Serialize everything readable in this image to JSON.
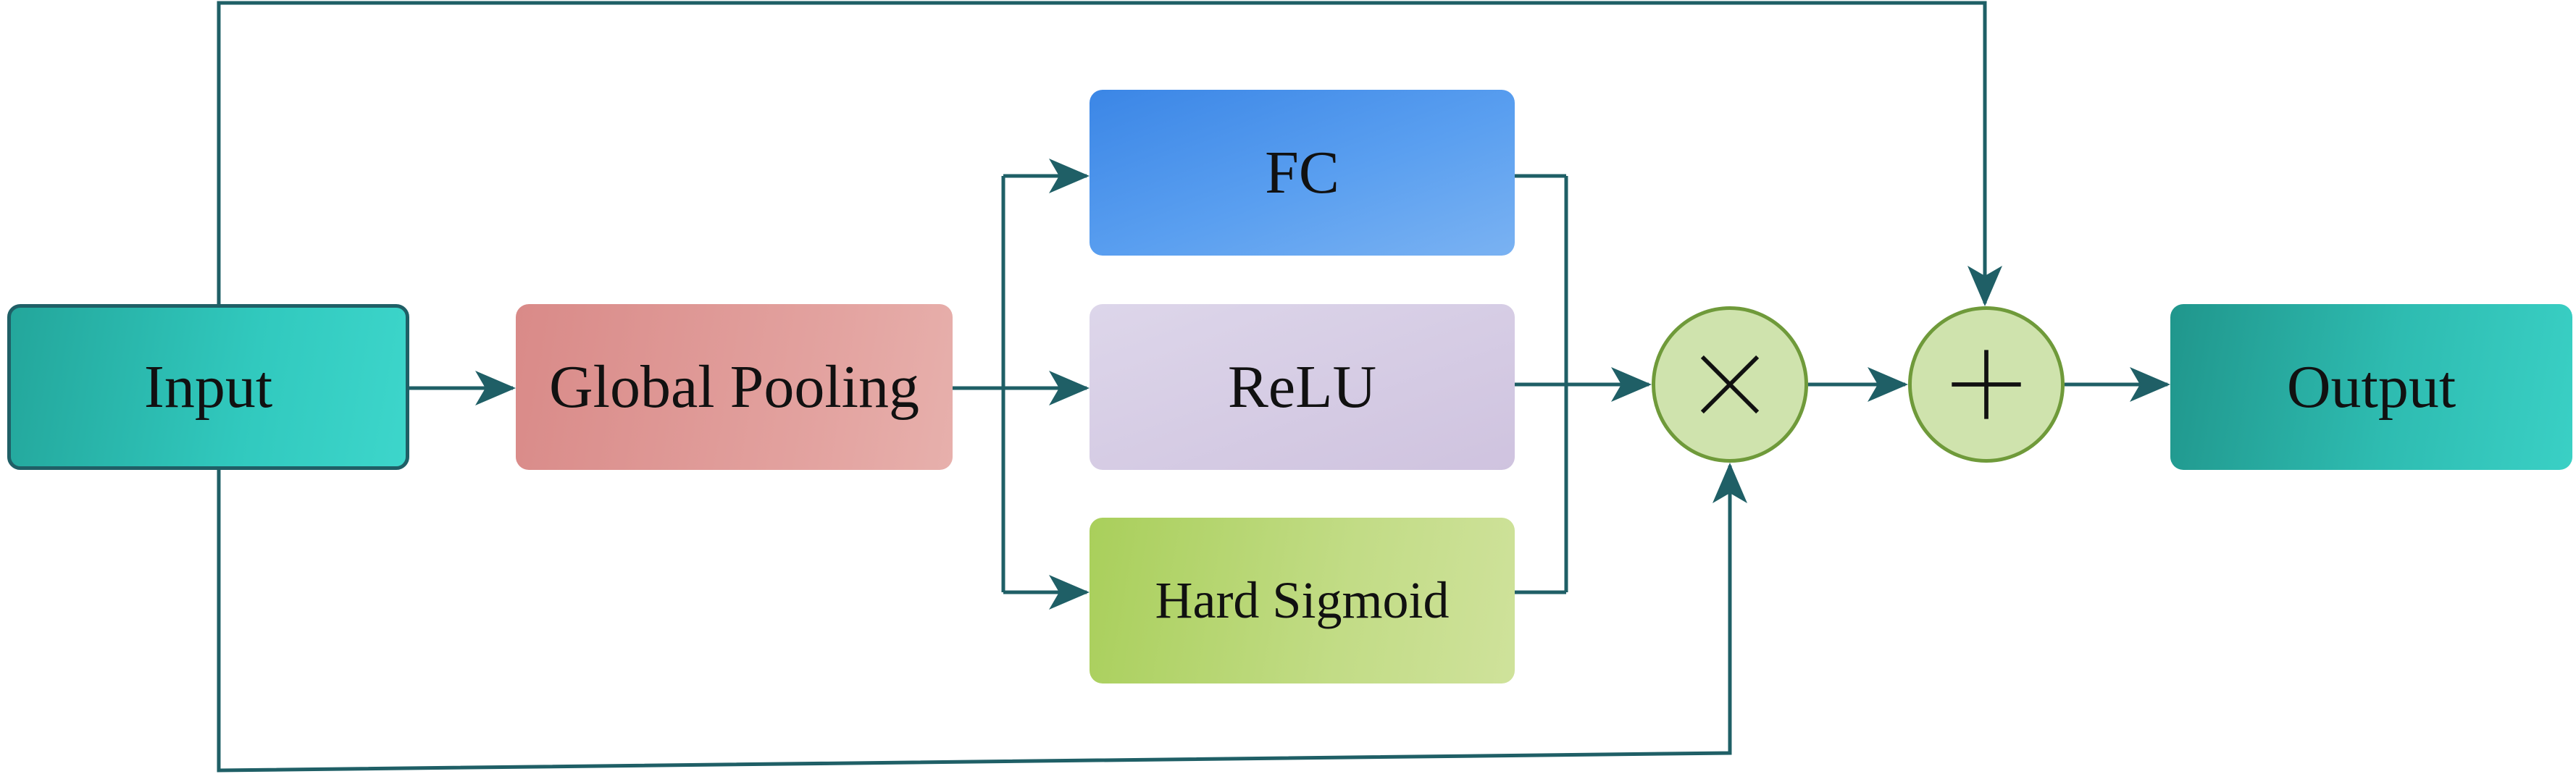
{
  "diagram": {
    "nodes": {
      "input": "Input",
      "global_pooling": "Global Pooling",
      "fc": "FC",
      "relu": "ReLU",
      "hard_sigmoid": "Hard Sigmoid",
      "output": "Output"
    },
    "operators": {
      "multiply": "×",
      "add": "+"
    },
    "colors": {
      "connector": "#1f5f66",
      "operator_border": "#6f9a3a",
      "operator_fill": "#cfe3ad"
    }
  }
}
